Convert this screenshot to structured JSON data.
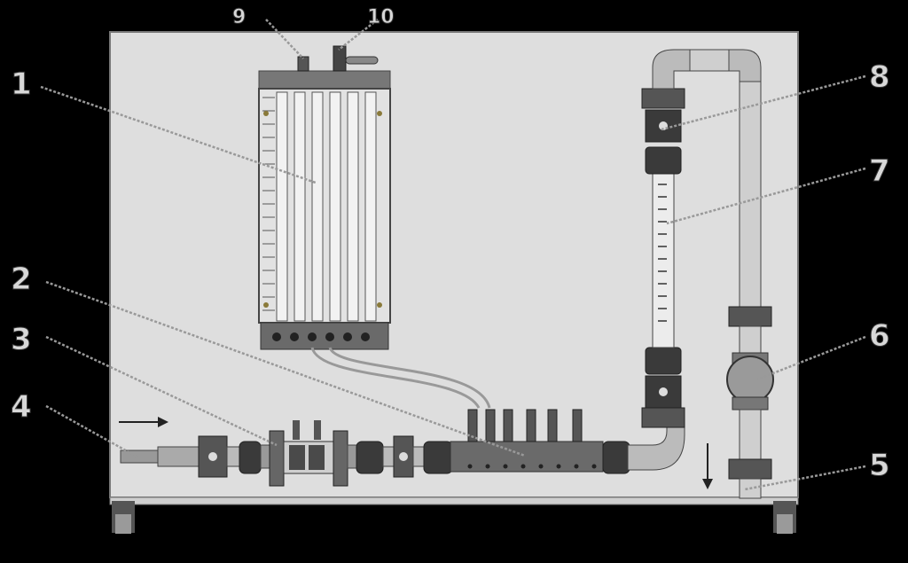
{
  "callouts": [
    {
      "id": "1",
      "label": "1"
    },
    {
      "id": "2",
      "label": "2"
    },
    {
      "id": "3",
      "label": "3"
    },
    {
      "id": "4",
      "label": "4"
    },
    {
      "id": "5",
      "label": "5"
    },
    {
      "id": "6",
      "label": "6"
    },
    {
      "id": "7",
      "label": "7"
    },
    {
      "id": "8",
      "label": "8"
    },
    {
      "id": "9",
      "label": "9"
    },
    {
      "id": "10",
      "label": "10"
    }
  ],
  "colors": {
    "background": "#000000",
    "panel": "#dedede",
    "metal": "#6e6e6e",
    "dark_fitting": "#3a3a3a",
    "pipe": "#c9c9c9",
    "label": "#d8d8d8"
  },
  "icons": {
    "flow_in": "arrow-right-icon",
    "flow_out": "arrow-down-icon"
  }
}
